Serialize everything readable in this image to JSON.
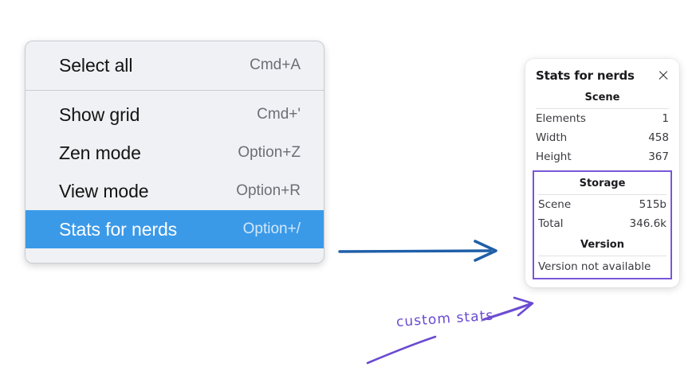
{
  "context_menu": {
    "name": "canvas-context-menu",
    "groups": [
      {
        "items": [
          {
            "label": "Select all",
            "shortcut": "Cmd+A",
            "highlighted": false
          }
        ]
      },
      {
        "items": [
          {
            "label": "Show grid",
            "shortcut": "Cmd+'",
            "highlighted": false
          },
          {
            "label": "Zen mode",
            "shortcut": "Option+Z",
            "highlighted": false
          },
          {
            "label": "View mode",
            "shortcut": "Option+R",
            "highlighted": false
          },
          {
            "label": "Stats for nerds",
            "shortcut": "Option+/",
            "highlighted": true
          }
        ]
      }
    ]
  },
  "stats_panel": {
    "title": "Stats for nerds",
    "close_icon": "close-icon",
    "sections": [
      {
        "heading": "Scene",
        "rows": [
          {
            "key": "Elements",
            "value": "1"
          },
          {
            "key": "Width",
            "value": "458"
          },
          {
            "key": "Height",
            "value": "367"
          }
        ]
      },
      {
        "heading": "Storage",
        "rows": [
          {
            "key": "Scene",
            "value": "515b"
          },
          {
            "key": "Total",
            "value": "346.6k"
          }
        ]
      },
      {
        "heading": "Version",
        "text": "Version not available"
      }
    ]
  },
  "annotations": {
    "note_text": "custom stats",
    "blue_arrow_name": "blue-flow-arrow",
    "purple_arrow_name": "purple-callout-arrow"
  },
  "colors": {
    "menu_background": "#f0f1f4",
    "menu_highlight": "#3b9ae8",
    "highlight_text": "#ffffff",
    "shortcut_text": "#6b6f76",
    "purple_accent": "#7857d8",
    "note_purple": "#6a4ad0",
    "blue_arrow": "#1f5fa8",
    "page_background": "#ffffff"
  }
}
